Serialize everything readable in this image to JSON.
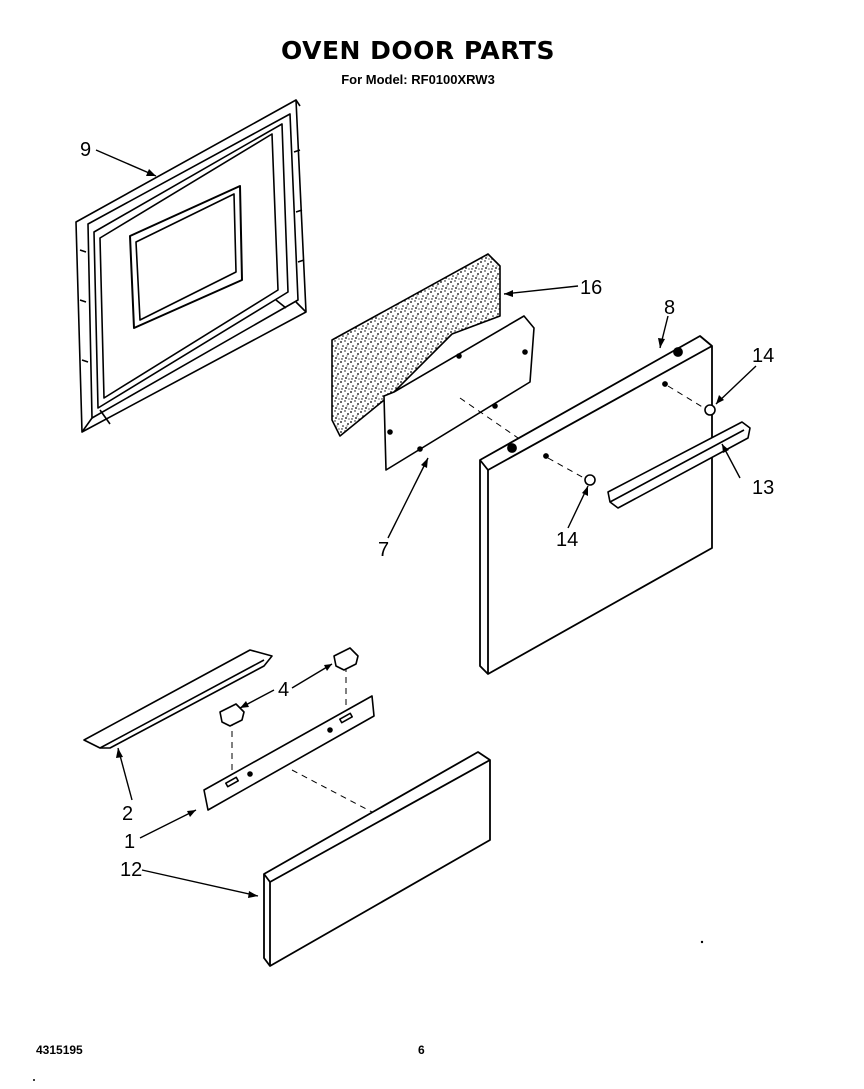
{
  "header": {
    "title": "OVEN DOOR PARTS",
    "subtitle": "For Model: RF0100XRW3"
  },
  "footer": {
    "doc_number": "4315195",
    "page_number": "6"
  },
  "callouts": {
    "c9": "9",
    "c16": "16",
    "c8": "8",
    "c14a": "14",
    "c14b": "14",
    "c13": "13",
    "c7": "7",
    "c4": "4",
    "c2": "2",
    "c1": "1",
    "c12": "12"
  }
}
